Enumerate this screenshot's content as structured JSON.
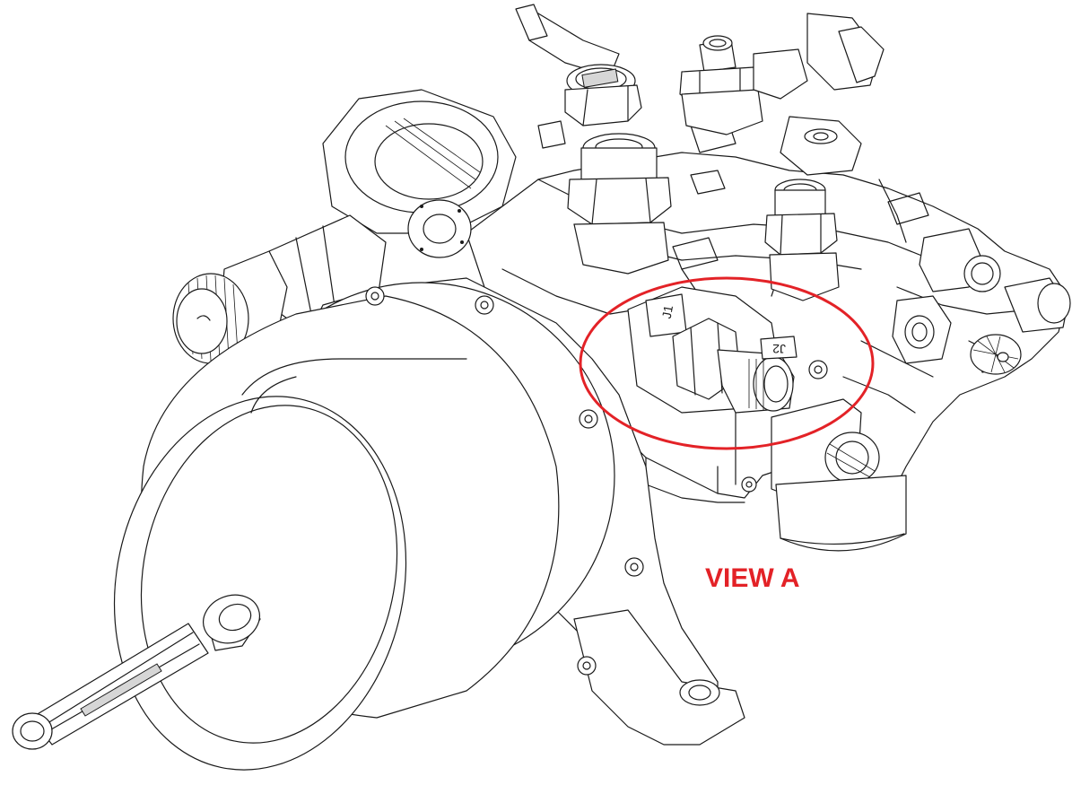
{
  "labels": {
    "view": "VIEW A",
    "stamp_j1": "J1",
    "stamp_j2": "J2"
  },
  "colors": {
    "callout": "#e32227",
    "line": "#1a1a1a",
    "background": "#ffffff"
  }
}
